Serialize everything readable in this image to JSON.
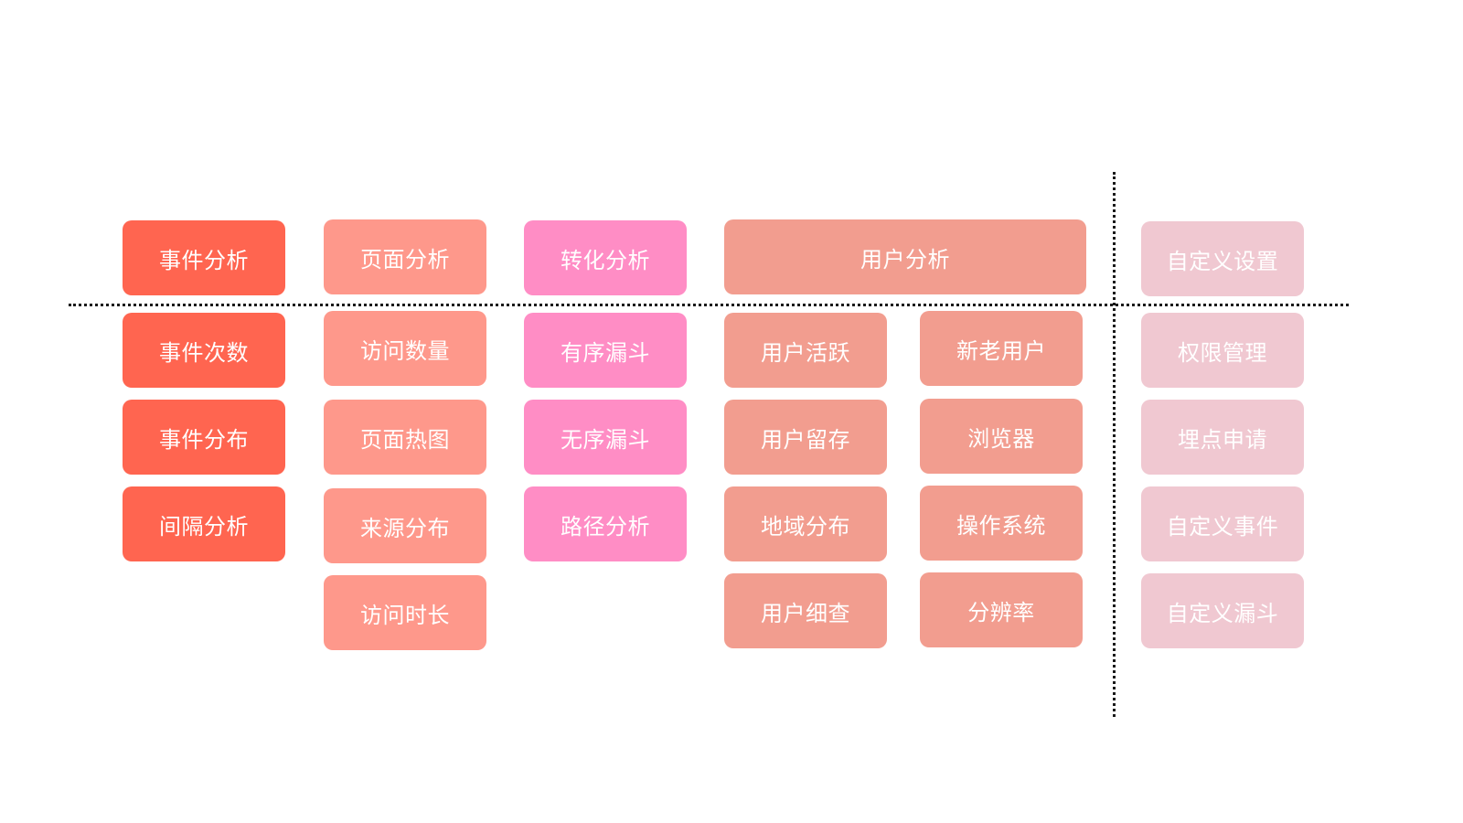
{
  "columns": {
    "event": {
      "header": "事件分析",
      "items": [
        "事件次数",
        "事件分布",
        "间隔分析"
      ]
    },
    "page": {
      "header": "页面分析",
      "items": [
        "访问数量",
        "页面热图",
        "来源分布",
        "访问时长"
      ]
    },
    "conversion": {
      "header": "转化分析",
      "items": [
        "有序漏斗",
        "无序漏斗",
        "路径分析"
      ]
    },
    "user": {
      "header": "用户分析",
      "items_left": [
        "用户活跃",
        "用户留存",
        "地域分布",
        "用户细查"
      ],
      "items_right": [
        "新老用户",
        "浏览器",
        "操作系统",
        "分辨率"
      ]
    },
    "custom": {
      "header": "自定义设置",
      "items": [
        "权限管理",
        "埋点申请",
        "自定义事件",
        "自定义漏斗"
      ]
    }
  },
  "colors": {
    "event": "#ff6550",
    "page": "#fe988b",
    "conversion": "#ff8dc5",
    "user": "#f29d8f",
    "custom": "#f0c8d1",
    "text": "#ffffff",
    "divider": "#1a1a1a"
  }
}
